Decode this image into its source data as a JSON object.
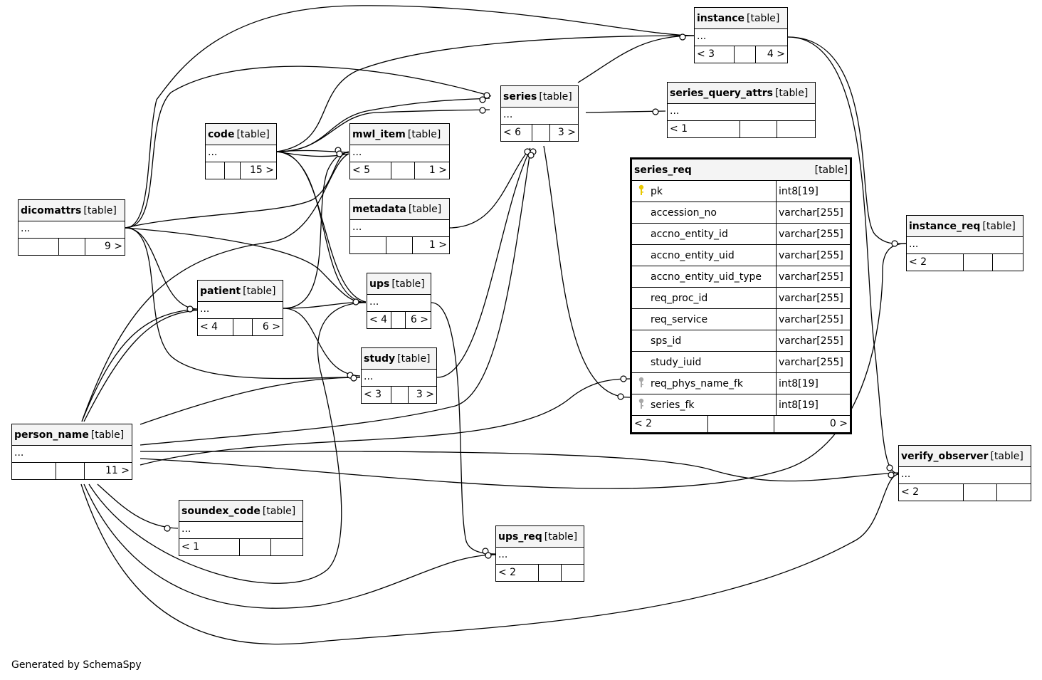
{
  "tables": {
    "instance": {
      "name": "instance",
      "tag": "[table]",
      "cols": "...",
      "parents": "< 3",
      "mid": "",
      "children": "4 >"
    },
    "series": {
      "name": "series",
      "tag": "[table]",
      "cols": "...",
      "parents": "< 6",
      "mid": "",
      "children": "3 >"
    },
    "series_query_attrs": {
      "name": "series_query_attrs",
      "tag": "[table]",
      "cols": "...",
      "parents": "< 1",
      "mid": "",
      "children": ""
    },
    "code": {
      "name": "code",
      "tag": "[table]",
      "cols": "...",
      "parents": "",
      "mid": "",
      "children": "15 >"
    },
    "mwl_item": {
      "name": "mwl_item",
      "tag": "[table]",
      "cols": "...",
      "parents": "< 5",
      "mid": "",
      "children": "1 >"
    },
    "metadata": {
      "name": "metadata",
      "tag": "[table]",
      "cols": "...",
      "parents": "",
      "mid": "",
      "children": "1 >"
    },
    "dicomattrs": {
      "name": "dicomattrs",
      "tag": "[table]",
      "cols": "...",
      "parents": "",
      "mid": "",
      "children": "9 >"
    },
    "patient": {
      "name": "patient",
      "tag": "[table]",
      "cols": "...",
      "parents": "< 4",
      "mid": "",
      "children": "6 >"
    },
    "ups": {
      "name": "ups",
      "tag": "[table]",
      "cols": "...",
      "parents": "< 4",
      "mid": "",
      "children": "6 >"
    },
    "study": {
      "name": "study",
      "tag": "[table]",
      "cols": "...",
      "parents": "< 3",
      "mid": "",
      "children": "3 >"
    },
    "person_name": {
      "name": "person_name",
      "tag": "[table]",
      "cols": "...",
      "parents": "",
      "mid": "",
      "children": "11 >"
    },
    "soundex_code": {
      "name": "soundex_code",
      "tag": "[table]",
      "cols": "...",
      "parents": "< 1",
      "mid": "",
      "children": ""
    },
    "ups_req": {
      "name": "ups_req",
      "tag": "[table]",
      "cols": "...",
      "parents": "< 2",
      "mid": "",
      "children": ""
    },
    "instance_req": {
      "name": "instance_req",
      "tag": "[table]",
      "cols": "...",
      "parents": "< 2",
      "mid": "",
      "children": ""
    },
    "verify_observer": {
      "name": "verify_observer",
      "tag": "[table]",
      "cols": "...",
      "parents": "< 2",
      "mid": "",
      "children": ""
    }
  },
  "series_req": {
    "name": "series_req",
    "tag": "[table]",
    "columns": [
      {
        "name": "pk",
        "type": "int8[19]",
        "key": "primary"
      },
      {
        "name": "accession_no",
        "type": "varchar[255]",
        "key": ""
      },
      {
        "name": "accno_entity_id",
        "type": "varchar[255]",
        "key": ""
      },
      {
        "name": "accno_entity_uid",
        "type": "varchar[255]",
        "key": ""
      },
      {
        "name": "accno_entity_uid_type",
        "type": "varchar[255]",
        "key": ""
      },
      {
        "name": "req_proc_id",
        "type": "varchar[255]",
        "key": ""
      },
      {
        "name": "req_service",
        "type": "varchar[255]",
        "key": ""
      },
      {
        "name": "sps_id",
        "type": "varchar[255]",
        "key": ""
      },
      {
        "name": "study_iuid",
        "type": "varchar[255]",
        "key": ""
      },
      {
        "name": "req_phys_name_fk",
        "type": "int8[19]",
        "key": "foreign"
      },
      {
        "name": "series_fk",
        "type": "int8[19]",
        "key": "foreign"
      }
    ],
    "parents": "< 2",
    "mid": "",
    "children": "0 >"
  },
  "icons": {
    "primary": "key-icon-gold",
    "foreign": "key-icon-gray"
  },
  "colors": {
    "primary_key": "#e8c800",
    "foreign_key": "#a8a8a8",
    "header_bg": "#f4f4f4"
  },
  "footer": "Generated by SchemaSpy"
}
